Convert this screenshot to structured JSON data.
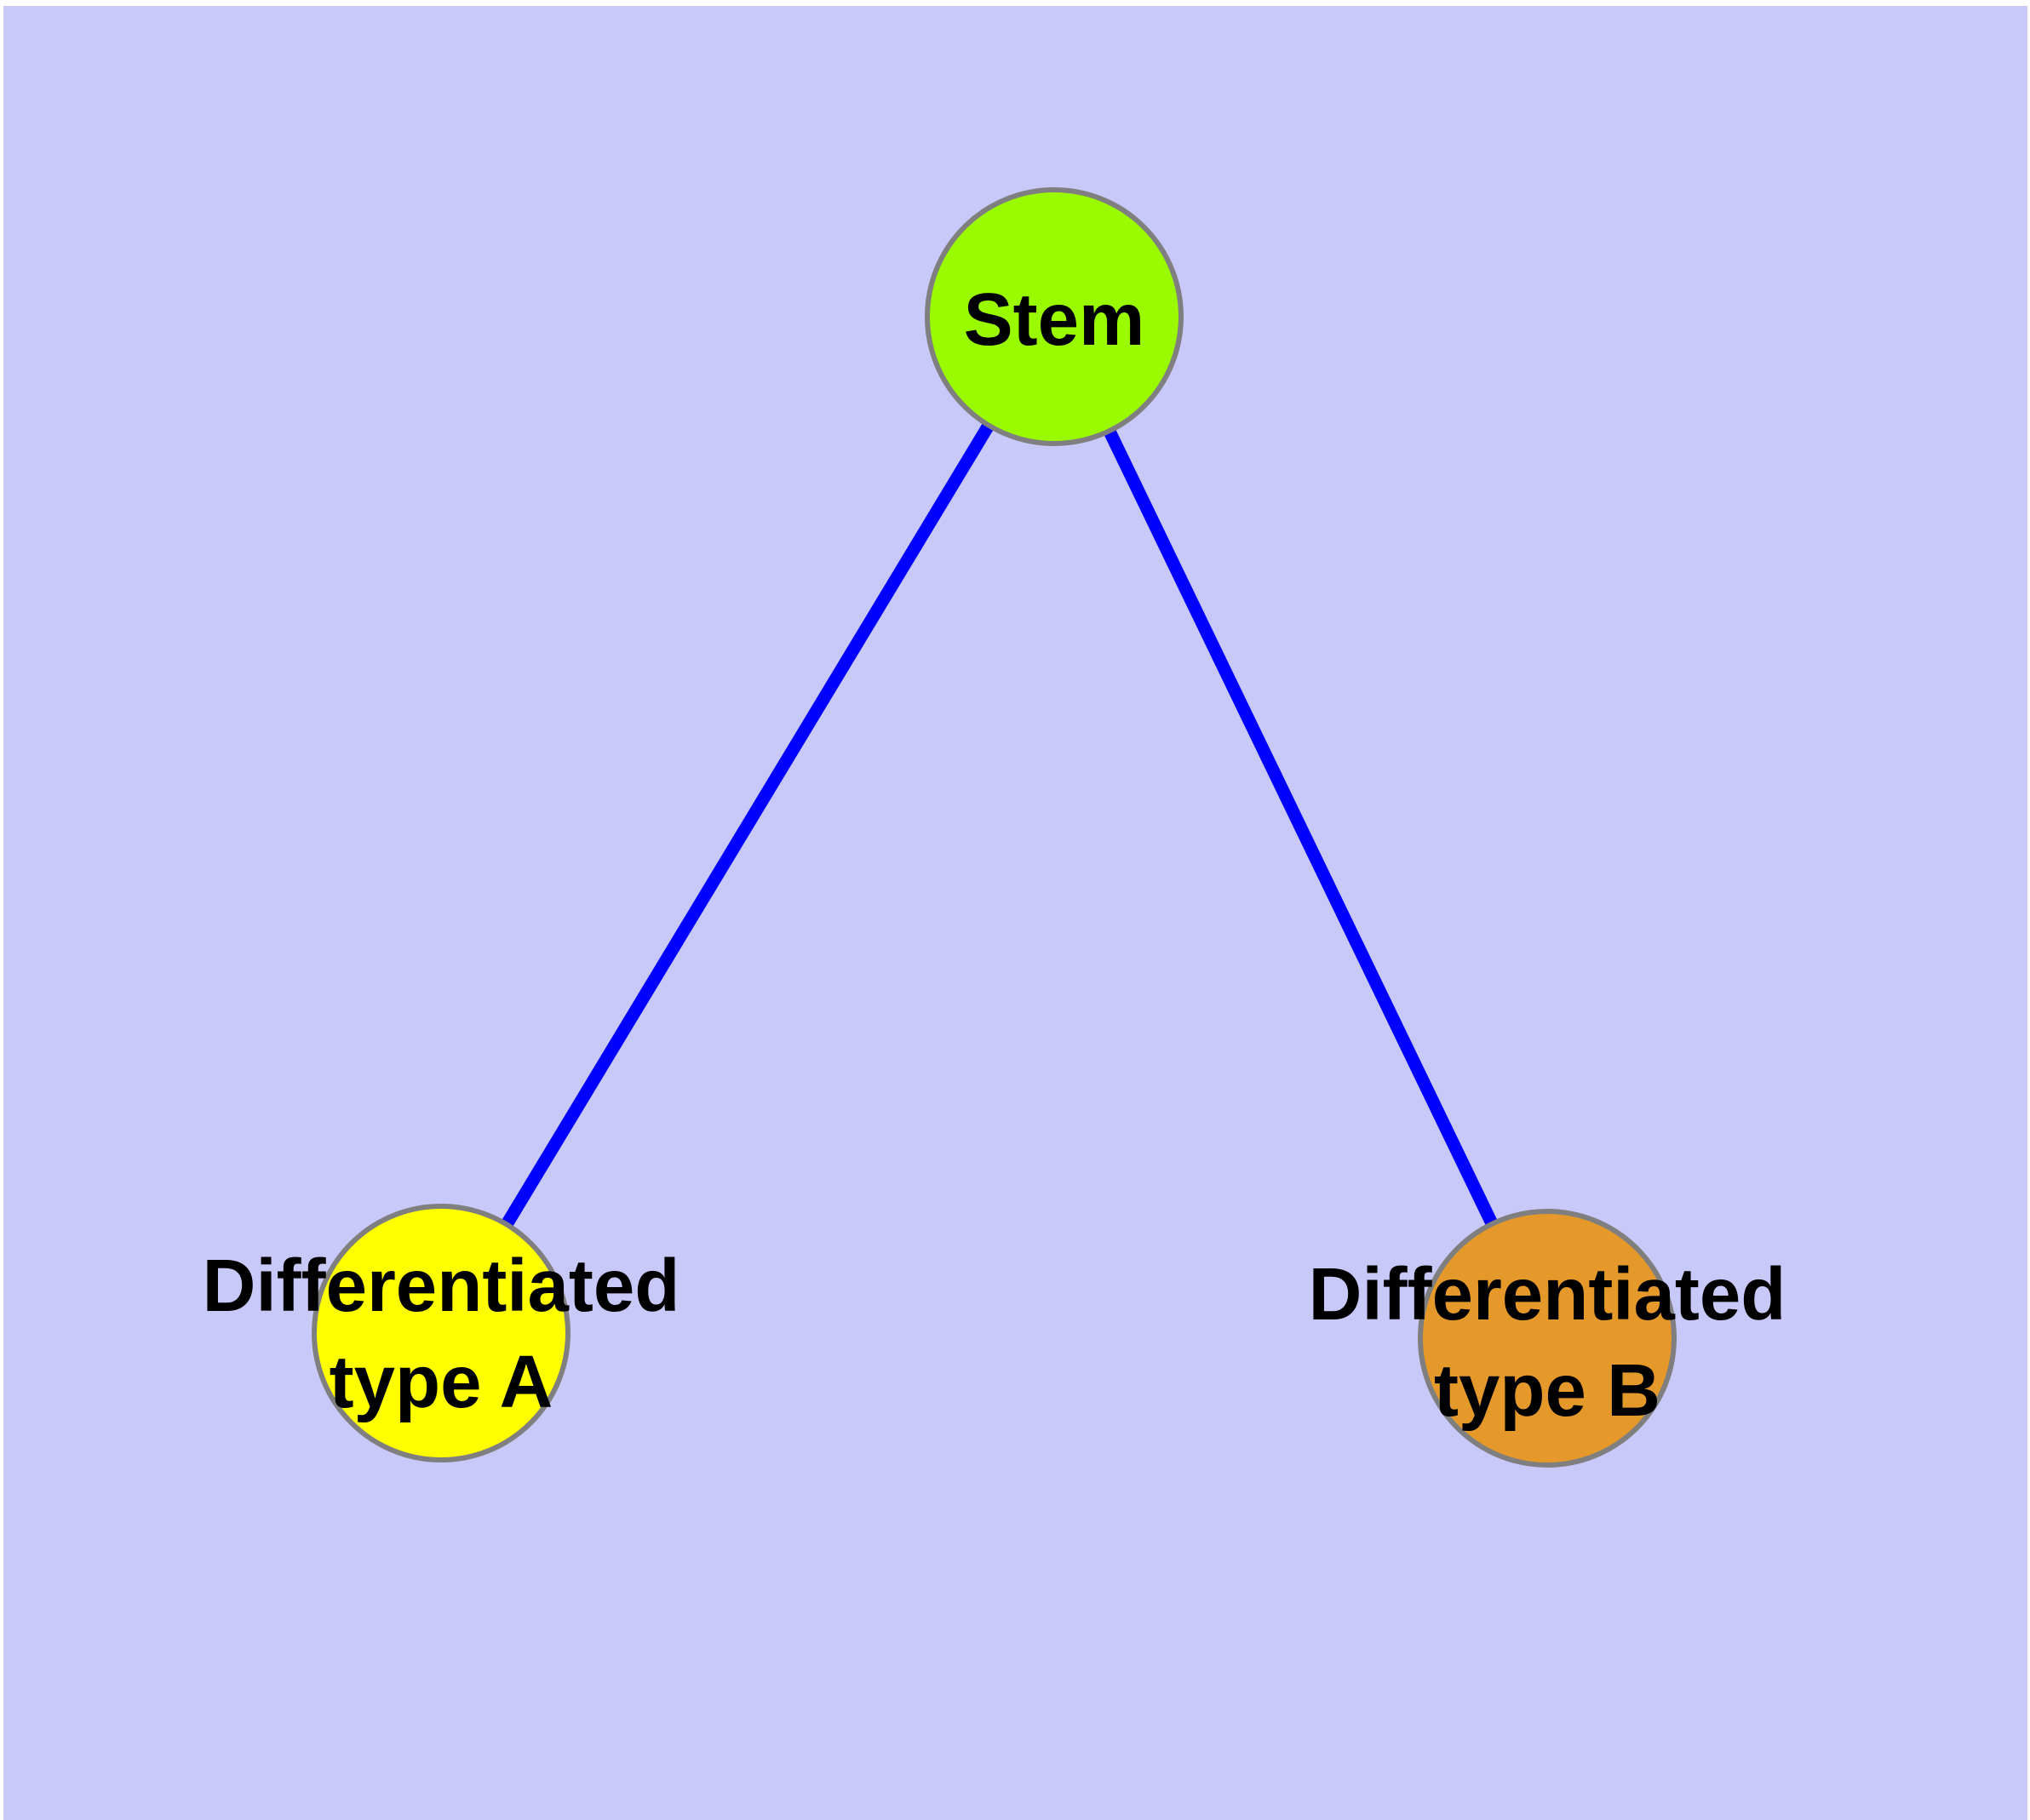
{
  "diagram": {
    "page_background_color": "#FFFFFF",
    "panel_background_color": "#C9C9F9",
    "edge_color": "#0000FF",
    "node_border_color": "#7F7F7F",
    "label_color": "#000000",
    "nodes": {
      "stem": {
        "label": "Stem",
        "fill_color": "#9AFB00"
      },
      "diff_a": {
        "label_line1": "Differentiated",
        "label_line2": "type A",
        "fill_color": "#FFFF00"
      },
      "diff_b": {
        "label_line1": "Differentiated",
        "label_line2": "type B",
        "fill_color": "#E5992A"
      }
    },
    "edges": [
      {
        "from": "Stem",
        "to": "Differentiated type A"
      },
      {
        "from": "Stem",
        "to": "Differentiated type B"
      }
    ]
  }
}
